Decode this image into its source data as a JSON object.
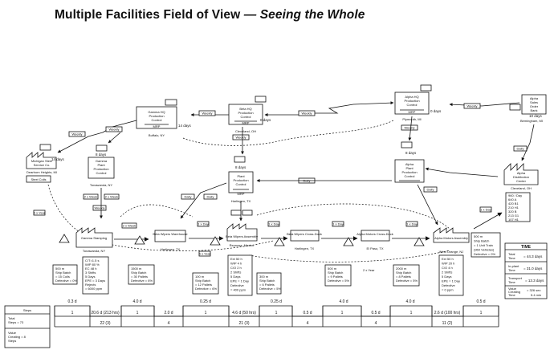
{
  "title": "Multiple Facilities Field of View",
  "subtitle": "— Seeing the Whole",
  "control": {
    "gamma_hq": [
      "Gamma HQ",
      "Production",
      "Control"
    ],
    "gamma_mrp": "MRP",
    "gamma_hq_days": "14 days",
    "gamma_hq_loc": "Buffalo, NY",
    "beta_hq": [
      "Beta HQ",
      "Production",
      "Control"
    ],
    "beta_mrp": "MRP",
    "beta_hq_days": "0 days",
    "beta_hq_loc": "Cleveland, OH",
    "alpha_hq": [
      "Alpha HQ",
      "Production",
      "Control"
    ],
    "alpha_mrp": "MRP",
    "alpha_hq_days": "0 days",
    "alpha_hq_loc": "Plymouth, MI",
    "alpha_bank": [
      "Alpha",
      "Sales",
      "Order",
      "Bank"
    ],
    "alpha_bank_days": "10 days",
    "alpha_bank_loc": "Birmingham, MI"
  },
  "plants": {
    "gamma_pc": [
      "Gamma",
      "Plant",
      "Production",
      "Control"
    ],
    "gamma_pc_days": "8 days",
    "gamma_pc_loc": "Tonawanda, NY",
    "beta_pc": [
      "Plant",
      "Production",
      "Control"
    ],
    "beta_pc_days": "8 days",
    "beta_pc_loc": "Harlingen, TX",
    "alpha_pc": [
      "Alpha",
      "Plant",
      "Production",
      "Control"
    ],
    "alpha_pc_days": "8 days",
    "alpha_dc": [
      "Alpha",
      "Distribution",
      "Center"
    ],
    "alpha_dc_loc": "Cleveland, OH",
    "alpha_dc_data": [
      "960 / Day",
      "640 A",
      "420 B1",
      "210 H1",
      "320 B",
      "213 G1",
      "107 H1"
    ],
    "supplier": [
      "Michigan Steel",
      "Service Co."
    ],
    "supplier_days": "14 days",
    "supplier_loc": "Dearborn Heights, MI",
    "supplier_item": "Steel Coils"
  },
  "flow_labels": {
    "weekly": "Weekly",
    "daily": "Daily",
    "two_week": "2 x Week",
    "six_year": "6 x Year",
    "one_day": "1 x Day",
    "two_year": "2 x Year",
    "ship_wk": "2 x Week",
    "mrp": "MRP"
  },
  "processes": {
    "p1": "Gamma Stamping",
    "p1_loc": "Tonawanda, NY",
    "p2": "Beta Wipers Warehouse",
    "p2_loc": "Harlingen, TX",
    "p3": "Beta Wipers Assembly",
    "p3_loc": "Reynosa, Mexico",
    "p4": "Beta Wipers Cross-Dock",
    "p4_loc": "Harlingen, TX",
    "p5": "Alpha Motors Cross-Dock",
    "p5_loc": "El Paso, TX",
    "p6": "Alpha Motors Assembly",
    "p6_loc": "West Orange, NJ"
  },
  "data_boxes": {
    "b1": [
      "500 m",
      "Ship Batch",
      "= 15 Coils",
      "Defective = 0%"
    ],
    "b2": [
      "C/T=1.5 s",
      "WIP 80 %",
      "EC 48 h",
      "3 Shifts",
      "5 Days",
      "EPE = 3 Days",
      "Rejects",
      "= 6000 ppm"
    ],
    "b3": [
      "1500 m",
      "Ship Batch",
      "= 30 Pallets",
      "Defective = 6%"
    ],
    "b4": [
      "100 m",
      "Ship Batch",
      "= 12 Pallets",
      "Defective = 6%"
    ],
    "b5": [
      "Ext 50 h",
      "WIP 4 h",
      "C/O 2 h",
      "2 Shifts",
      "5 Days",
      "EPE = 1 Day",
      "Defective",
      "= 400 ppm"
    ],
    "b6": [
      "300 m",
      "Ship Batch",
      "= 6 Pallets",
      "Defective = 5%"
    ],
    "b7": [
      "500 m",
      "Ship Batch",
      "= 9 Pallets",
      "Defective = 5%"
    ],
    "b8": [
      "2000 m",
      "Ship Batch",
      "= 8 Pallets",
      "Defective = 5%"
    ],
    "b9": [
      "Ext 50 h",
      "WIP 20 h",
      "C/O 4 h",
      "2 Shifts",
      "5 Days",
      "EPE = 1 Day",
      "Defective",
      "= 0 ppm"
    ],
    "b10": [
      "500 m",
      "Ship Batch",
      "= 1 Unit Train",
      "(960 Vehicles)",
      "Defective = 0%"
    ]
  },
  "timeline": {
    "top": [
      "0.3 d",
      "4.0 d",
      "0.25 d",
      "0.25 d",
      "4.0 d",
      "4.0 d",
      "0.5 d"
    ],
    "mid": [
      "1",
      "20.6 d (213 hrs)",
      "1",
      "2.0 d",
      "1",
      "4.6 d (50 hrs)",
      "1",
      "0.5 d",
      "1",
      "0.5 d",
      "1",
      "2.6 d (100 hrs)",
      "1"
    ],
    "bottom": [
      "22 (3)",
      "4",
      "21 (3)",
      "4",
      "4",
      "11 (2)"
    ],
    "steps": [
      "Steps",
      "Total",
      "Steps = 73",
      "Value",
      "Creating = 8",
      "Steps"
    ]
  },
  "summary": {
    "header": "TIME",
    "rows": [
      {
        "label": [
          "Total",
          "Time"
        ],
        "value": "= 44.3 days"
      },
      {
        "label": [
          "In-plant",
          "Time"
        ],
        "value": "= 31.0 days"
      },
      {
        "label": [
          "Transport",
          "Time"
        ],
        "value": "= 13.3 days"
      },
      {
        "label": [
          "Value",
          "Creating",
          "Time"
        ],
        "value": "= 326 sec",
        "value2": "5.4 min"
      }
    ]
  }
}
